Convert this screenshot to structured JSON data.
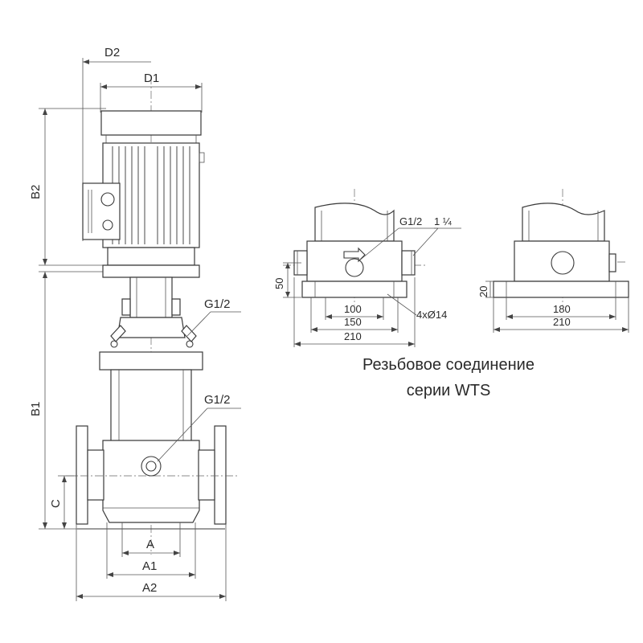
{
  "main_view": {
    "dims": {
      "D2": "D2",
      "D1": "D1",
      "B2": "B2",
      "B1": "B1",
      "C": "C",
      "A": "A",
      "A1": "A1",
      "A2": "A2"
    },
    "callout_top": "G1/2",
    "callout_body": "G1/2"
  },
  "base_front": {
    "callout_g": "G1/2",
    "callout_pipe": "1 ¼",
    "dim_height": "50",
    "dim_100": "100",
    "dim_150": "150",
    "dim_210": "210",
    "holes": "4xØ14"
  },
  "base_side": {
    "dim_height": "20",
    "dim_180": "180",
    "dim_210": "210"
  },
  "caption": {
    "line1": "Резьбовое соединение",
    "line2": "серии WTS"
  }
}
